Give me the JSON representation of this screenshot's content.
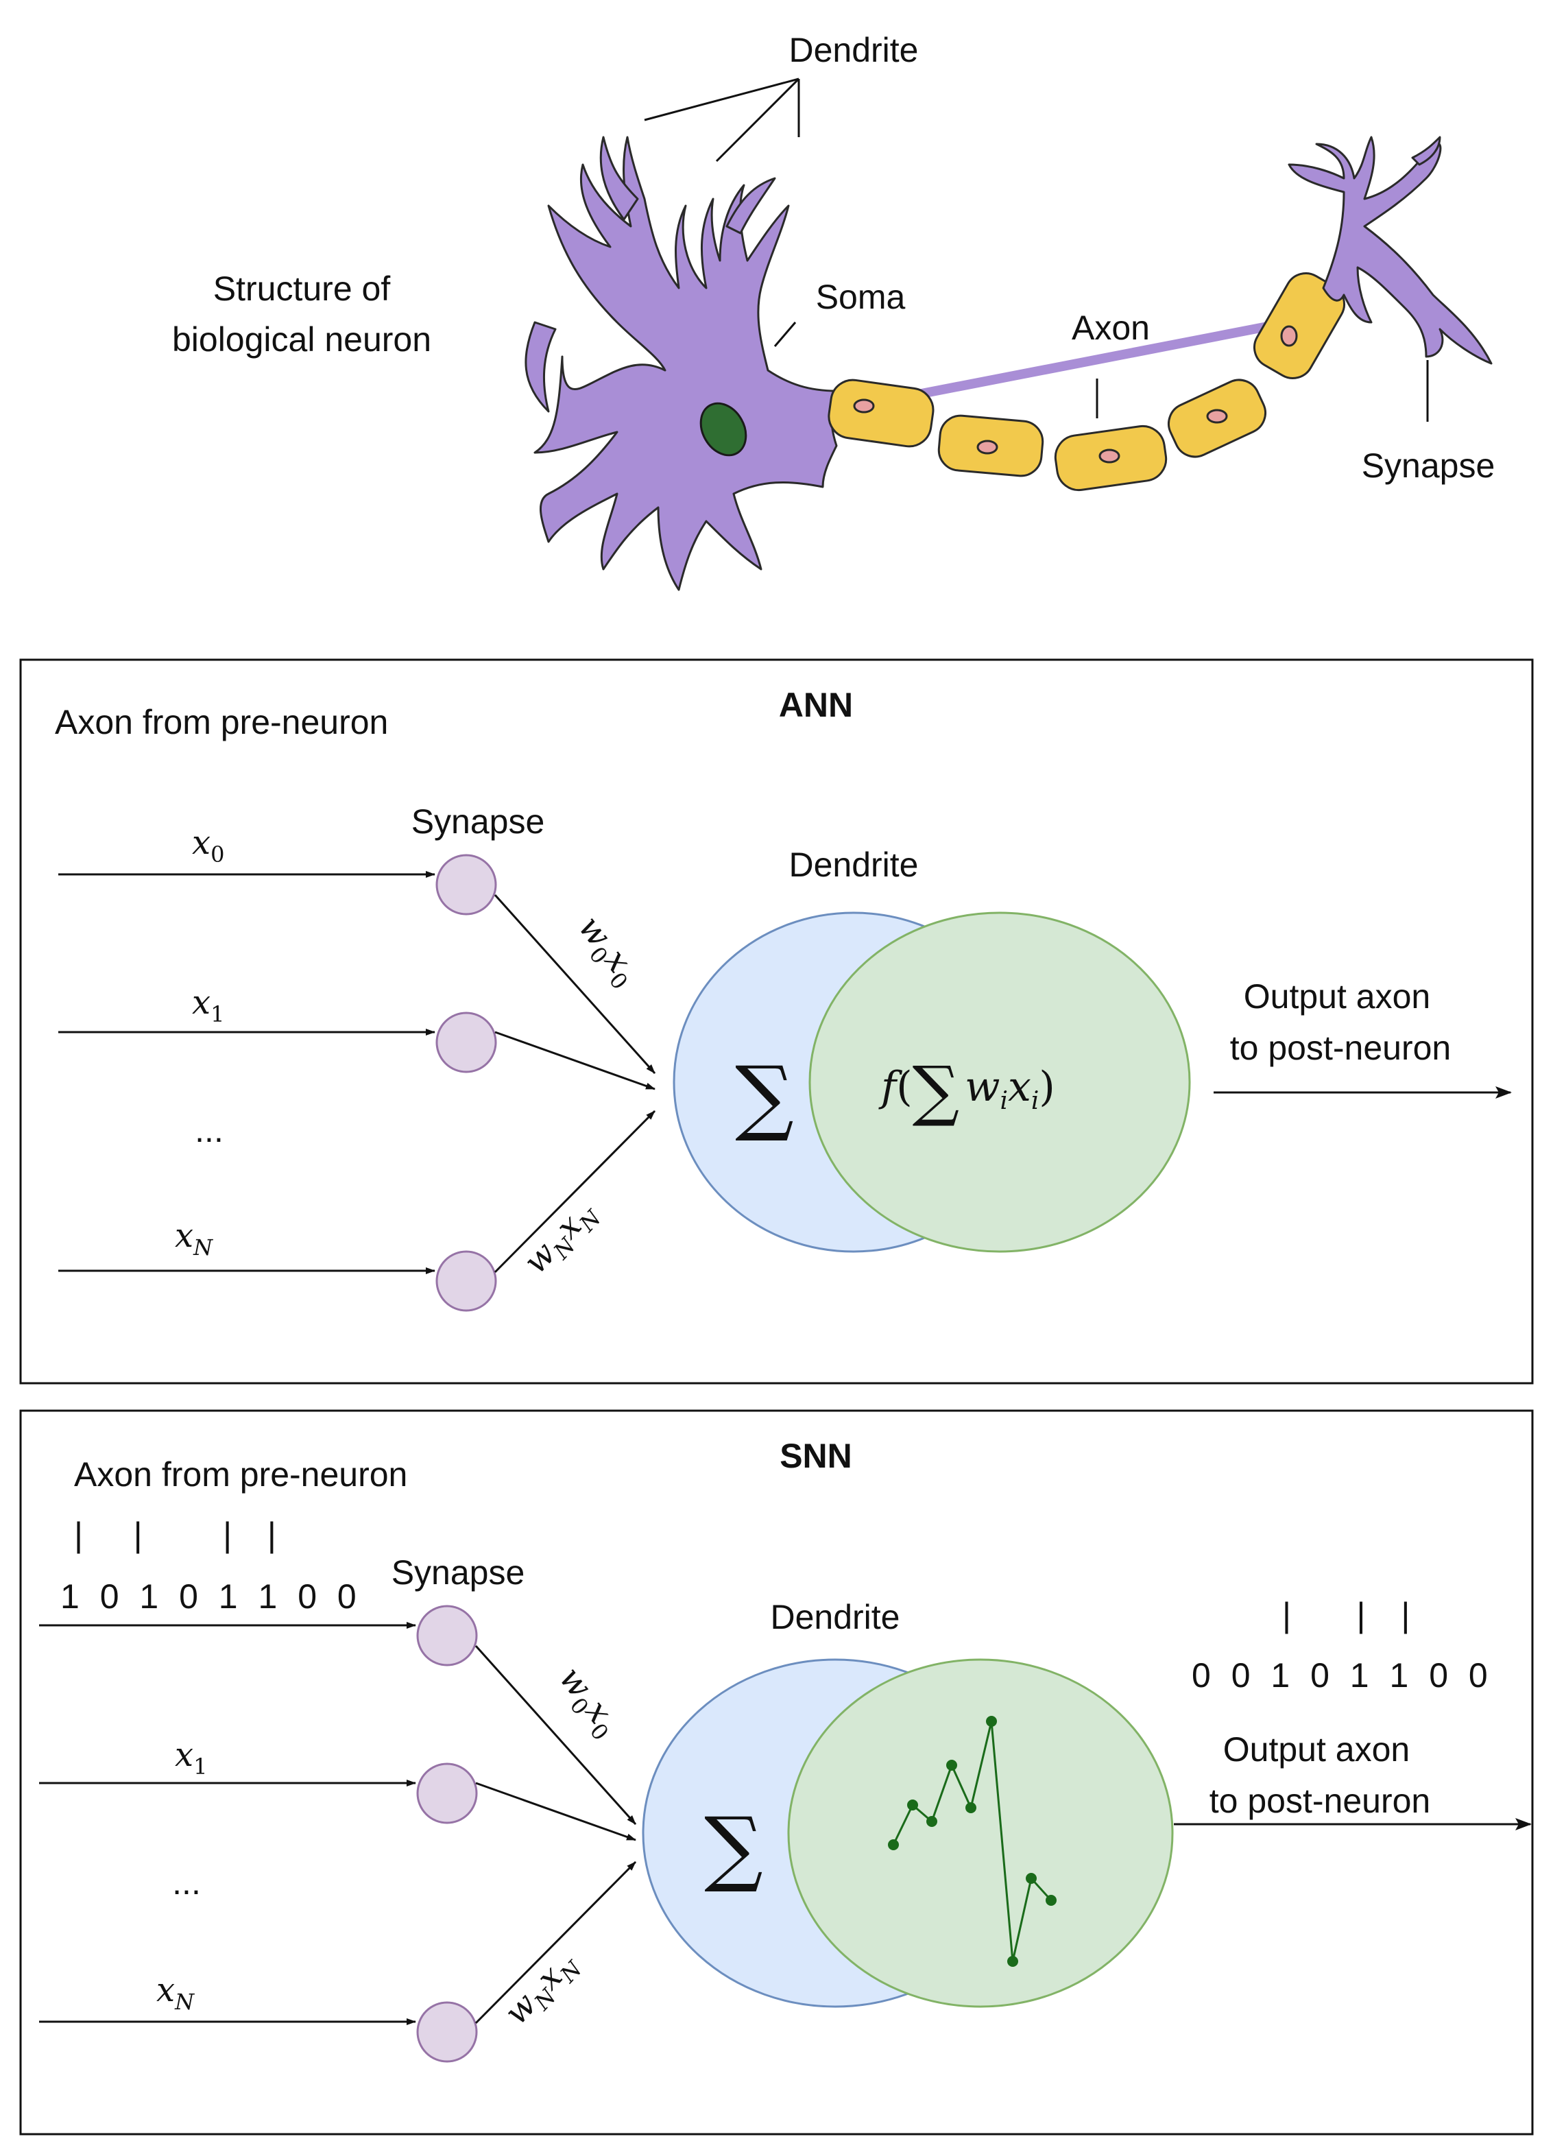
{
  "biological": {
    "title_line1": "Structure of",
    "title_line2": "biological neuron",
    "dendrite": "Dendrite",
    "soma": "Soma",
    "axon": "Axon",
    "synapse": "Synapse",
    "colors": {
      "neuron": "#a98ed6",
      "nucleus": "#2f6e32",
      "myelin": "#f2c94c",
      "node": "#e8a1a1"
    }
  },
  "ann": {
    "title": "ANN",
    "axon_label": "Axon from pre-neuron",
    "synapse_label": "Synapse",
    "dendrite_label": "Dendrite",
    "inputs": {
      "x0": {
        "base": "x",
        "sub": "0"
      },
      "x1": {
        "base": "x",
        "sub": "1"
      },
      "ellipsis": "...",
      "xN": {
        "base": "x",
        "sub": "N"
      }
    },
    "weights": {
      "w0x0": {
        "w": "w",
        "wsub": "0",
        "x": "x",
        "xsub": "0"
      },
      "wNxN": {
        "w": "w",
        "wsub": "N",
        "x": "x",
        "xsub": "N"
      }
    },
    "sum_symbol": "∑",
    "activation": {
      "f": "f",
      "open": "(",
      "sigma": "∑",
      "w": "w",
      "wi": "i",
      "x": "x",
      "xi": "i",
      "close": ")"
    },
    "output_line1": "Output axon",
    "output_line2": "to post-neuron"
  },
  "snn": {
    "title": "SNN",
    "axon_label": "Axon from pre-neuron",
    "spike_marks": "|   |     |  |",
    "spike_bits": "1 0 1 0  1 1 0 0",
    "synapse_label": "Synapse",
    "dendrite_label": "Dendrite",
    "inputs": {
      "x1": {
        "base": "x",
        "sub": "1"
      },
      "ellipsis": "...",
      "xN": {
        "base": "x",
        "sub": "N"
      }
    },
    "weights": {
      "w0x0": {
        "w": "w",
        "wsub": "0",
        "x": "x",
        "xsub": "0"
      },
      "wNxN": {
        "w": "w",
        "wsub": "N",
        "x": "x",
        "xsub": "N"
      }
    },
    "sum_symbol": "∑",
    "out_spike_marks": "|    |  |",
    "out_bits": "0  0 1 0 1 1 0 0",
    "output_line1": "Output axon",
    "output_line2": "to post-neuron"
  },
  "colors": {
    "synapse_fill": "#e1d5e7",
    "synapse_stroke": "#9673a6",
    "sum_fill": "#dae8fc",
    "sum_stroke": "#6c8ebf",
    "act_fill": "#d5e8d4",
    "act_stroke": "#82b366",
    "trace": "#1a6b1a"
  }
}
